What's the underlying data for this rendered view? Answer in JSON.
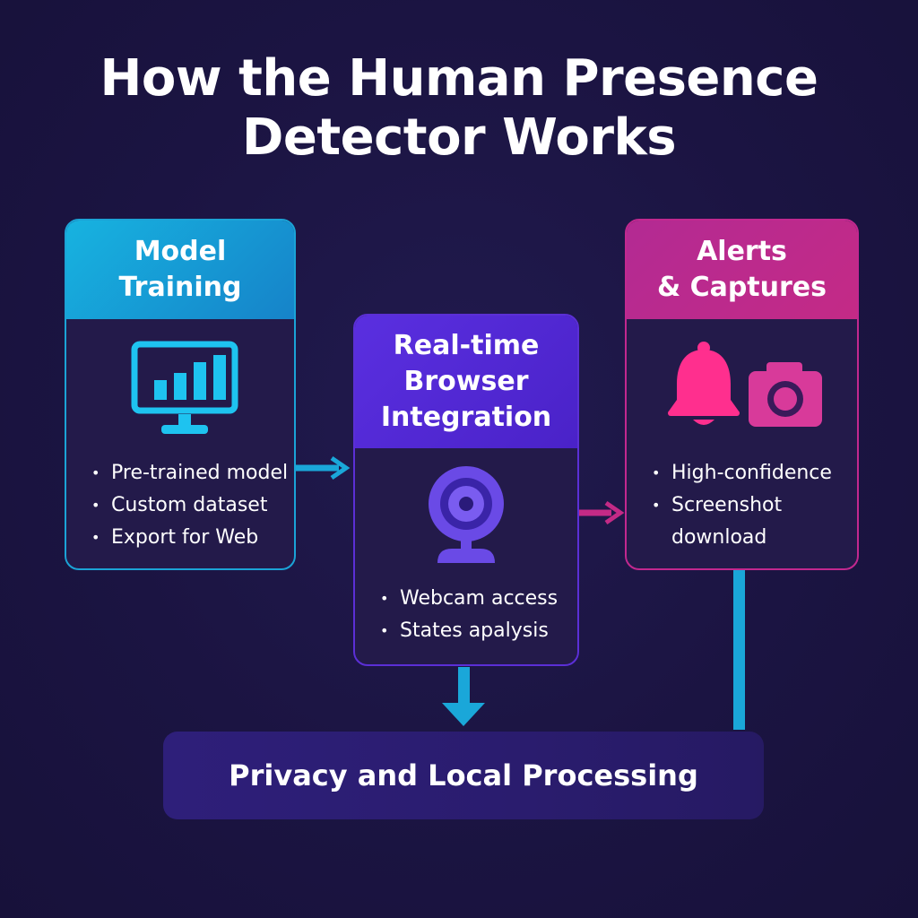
{
  "title": {
    "line1": "How the Human Presence",
    "line2": "Detector Works"
  },
  "cards": [
    {
      "id": "model-training",
      "heading_lines": [
        "Model",
        "Training"
      ],
      "icon": "monitor-chart-icon",
      "bullets": [
        "Pre-trained model",
        "Custom dataset",
        "Export for Web"
      ]
    },
    {
      "id": "browser-integration",
      "heading_lines": [
        "Real-time",
        "Browser",
        "Integration"
      ],
      "icon": "webcam-icon",
      "bullets": [
        "Webcam access",
        "States apalysis"
      ]
    },
    {
      "id": "alerts-captures",
      "heading_lines": [
        "Alerts",
        "& Captures"
      ],
      "icons": [
        "bell-icon",
        "camera-icon"
      ],
      "bullets": [
        "High-confidence",
        "Screenshot",
        "download"
      ]
    }
  ],
  "footer": {
    "label": "Privacy and Local Processing"
  },
  "colors": {
    "background": "#1b1440",
    "training": "#17b3e0",
    "browser": "#5a2fe0",
    "alerts": "#c42a86",
    "privacy": "#2e1f7a"
  }
}
